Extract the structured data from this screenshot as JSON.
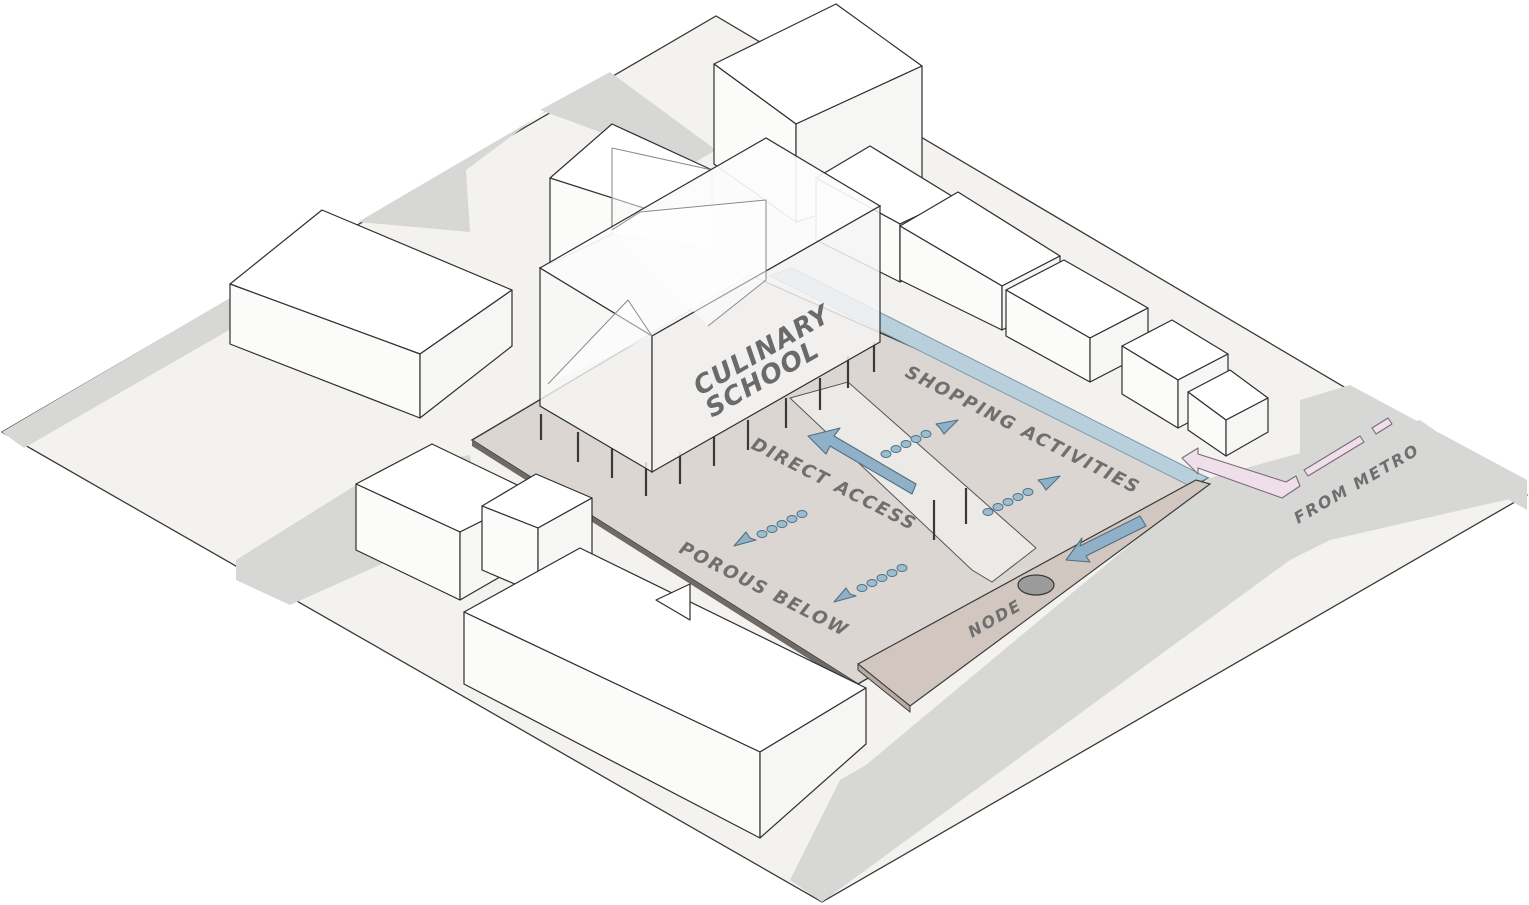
{
  "labels": {
    "school_line1": "CULINARY",
    "school_line2": "SCHOOL",
    "shopping": "SHOPPING ACTIVITIES",
    "direct_access": "DIRECT ACCESS",
    "porous_below": "POROUS BELOW",
    "node": "NODE",
    "from_metro": "FROM METRO"
  },
  "colors": {
    "ground": "#f3f2ef",
    "road": "#d7d7d6",
    "plaza": "#dcd6d2",
    "water_edge": "#b9cfdb",
    "flow_arrow": "#8fb0c6",
    "metro_arrow": "#efdfea",
    "label_text": "#6f6f6f"
  }
}
